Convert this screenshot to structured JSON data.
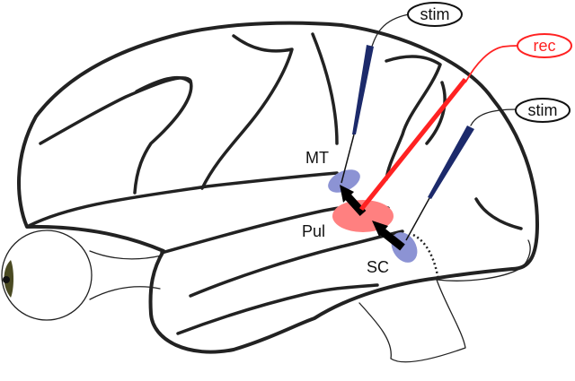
{
  "labels": {
    "mt": "MT",
    "pul": "Pul",
    "sc": "SC",
    "stim_top": "stim",
    "rec": "rec",
    "stim_right": "stim"
  },
  "colors": {
    "outline": "#222222",
    "recording_electrode": "#ff2222",
    "stim_electrode_shaft": "#1c2a6b",
    "mt_region": "#8c93d4",
    "sc_region": "#8c93d4",
    "pul_region": "#ff8080",
    "arrow": "#000000",
    "iris": "#4a4a22"
  },
  "icons": {
    "brain": "brain-outline-icon",
    "eye": "eye-icon",
    "electrode": "electrode-icon",
    "arrow": "pathway-arrow-icon"
  }
}
